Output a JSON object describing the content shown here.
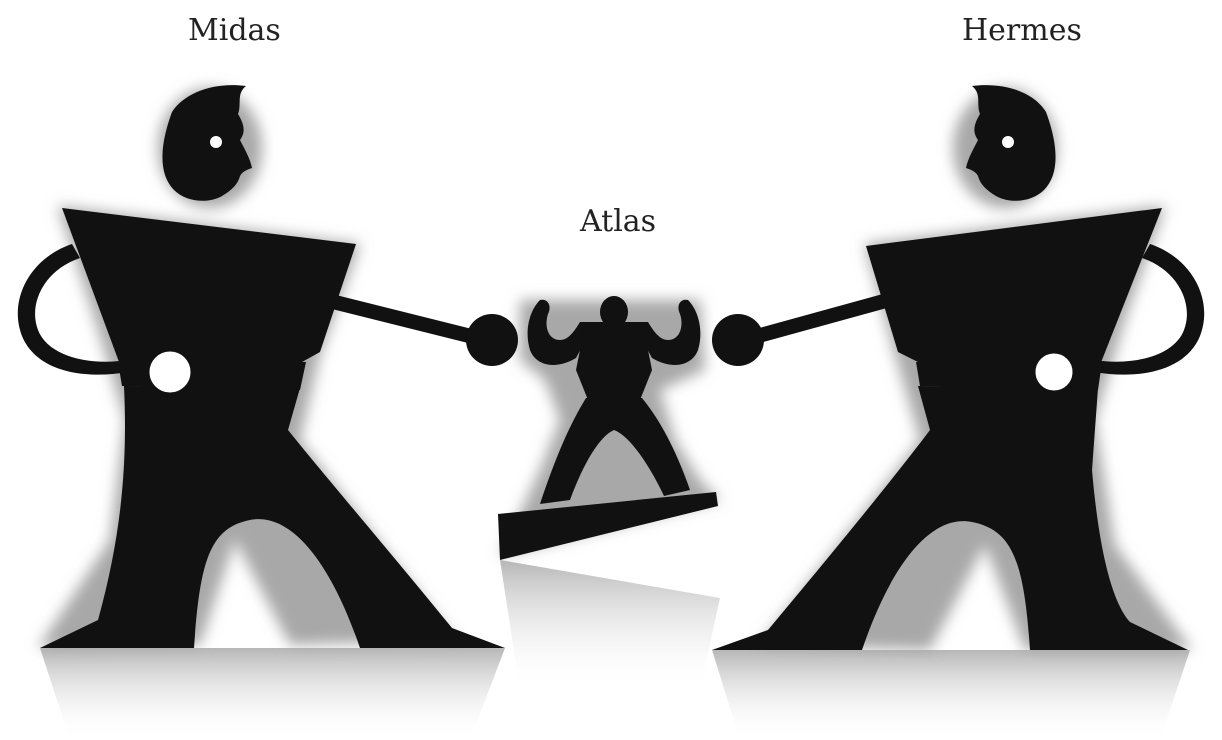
{
  "figure": {
    "labels": {
      "left": "Midas",
      "right": "Hermes",
      "center": "Atlas"
    },
    "colors": {
      "background": "#ffffff",
      "silhouette": "#111111",
      "halo": "#9a9a9a",
      "reflection": "#cfcfcf",
      "label_text": "#222222"
    }
  }
}
